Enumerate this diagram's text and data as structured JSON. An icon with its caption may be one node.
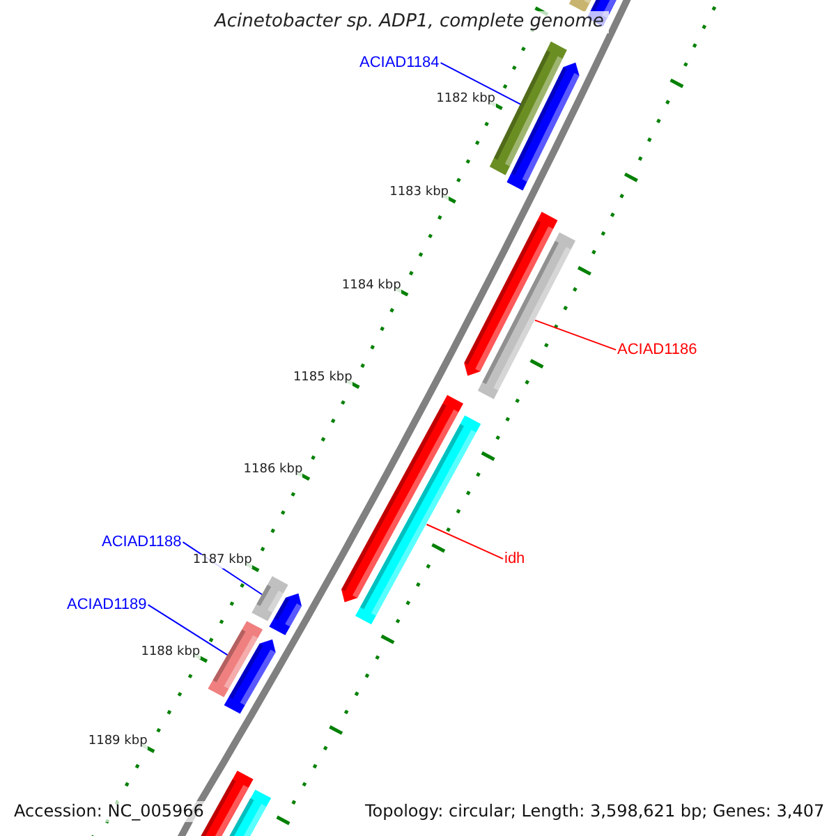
{
  "diagram": {
    "title": "Acinetobacter sp. ADP1, complete genome",
    "nodes": [
      {
        "text": [
          "ACIAD1184"
        ]
      },
      {
        "text": [],
        "shape": "bar"
      },
      {
        "text": [
          "ACIAD1186"
        ]
      },
      {
        "text": [],
        "shape": "bar"
      },
      {
        "text": [
          "idh"
        ]
      },
      {
        "text": [],
        "shape": "bar"
      },
      {
        "text": [
          "ACIAD1188"
        ]
      },
      {
        "text": [],
        "shape": "bar"
      },
      {
        "text": [
          "ACIAD1189"
        ]
      },
      {
        "text": [],
        "shape": "bar"
      }
    ],
    "edges": [
      {
        "from": 0,
        "to": 1,
        "arrow": "none"
      },
      {
        "from": 2,
        "to": 3,
        "arrow": "none",
        "color": "#ff0000"
      },
      {
        "from": 4,
        "to": 5,
        "arrow": "none",
        "color": "#ff0000"
      },
      {
        "from": 6,
        "to": 7,
        "arrow": "none"
      },
      {
        "from": 8,
        "to": 9,
        "arrow": "none"
      }
    ],
    "labels": [
      "1182 kbp",
      "1183 kbp",
      "1184 kbp",
      "1185 kbp",
      "1186 kbp",
      "1187 kbp",
      "1188 kbp",
      "1189 kbp",
      "Accession: NC_005966",
      "Topology: circular; Length: 3,598,621 bp; Genes: 3,407"
    ]
  }
}
